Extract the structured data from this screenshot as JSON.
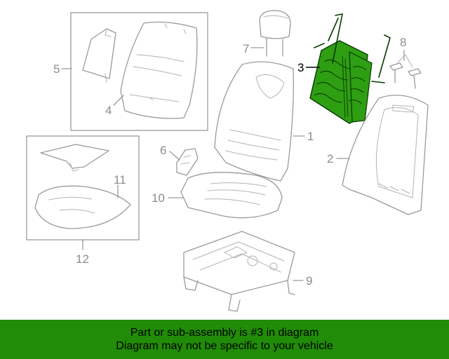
{
  "diagram": {
    "highlight_color": "#2e9e12",
    "callouts": {
      "c1": "1",
      "c2": "2",
      "c3": "3",
      "c4": "4",
      "c5": "5",
      "c6": "6",
      "c7": "7",
      "c8": "8",
      "c9": "9",
      "c10": "10",
      "c11": "11",
      "c12": "12"
    },
    "highlighted_part": "3"
  },
  "footer": {
    "background": "#218c07",
    "line1": "Part or sub-assembly is #3 in diagram",
    "line2": "Diagram may not be specific to your vehicle"
  }
}
